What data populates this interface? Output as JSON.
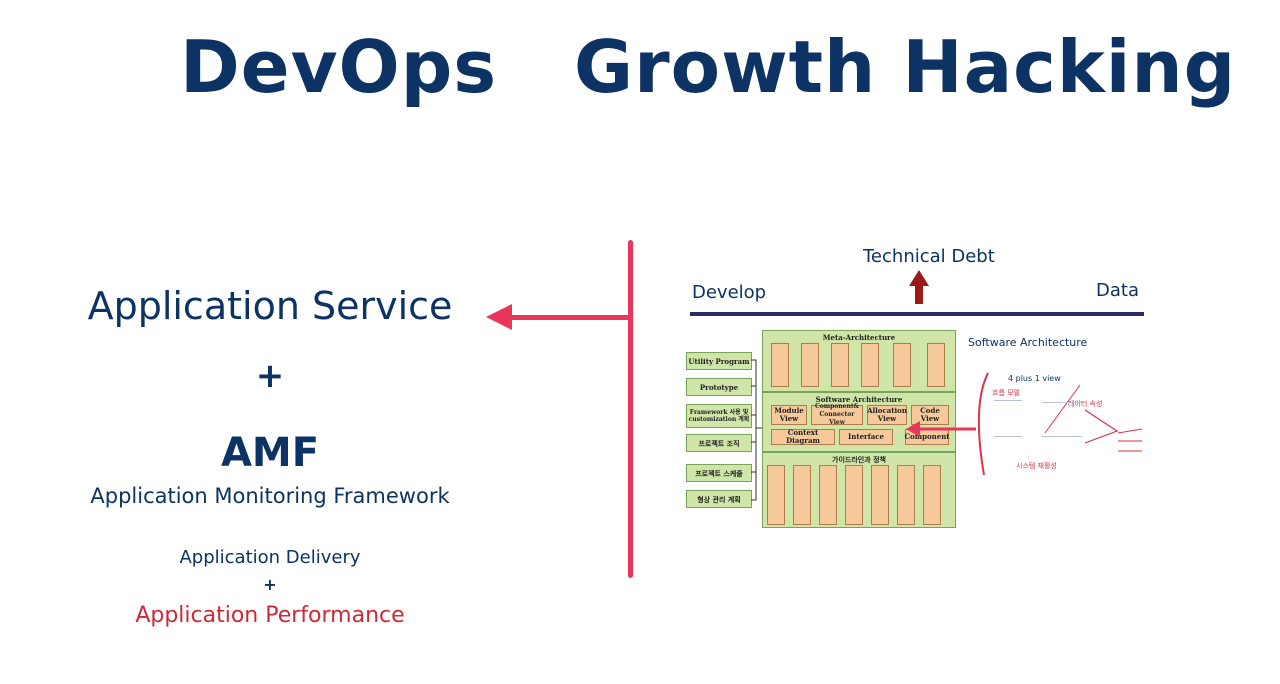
{
  "titles": {
    "left": "DevOps",
    "right": "Growth Hacking"
  },
  "left": {
    "service": "Application Service",
    "plus": "+",
    "amf": "AMF",
    "amf_full": "Application Monitoring Framework",
    "delivery": "Application Delivery",
    "plus_small": "+",
    "performance": "Application Performance"
  },
  "right": {
    "technical_debt": "Technical Debt",
    "develop": "Develop",
    "data": "Data",
    "software_architecture": "Software Architecture",
    "four_plus_one": "4 plus 1 view"
  },
  "diagram": {
    "left_boxes": [
      "Utility Program",
      "Prototype",
      "Framework 사용 및 customization 계획",
      "프로젝트 조직",
      "프로젝트 스케줄",
      "형상 관리 계획"
    ],
    "meta_title": "Meta-Architecture",
    "sw_title": "Software Architecture",
    "guide_title": "가이드라인과 정책",
    "views": [
      "Module View",
      "Component& Connector View",
      "Allocation View",
      "Code View"
    ],
    "bottom_boxes": [
      "Context Diagram",
      "Interface",
      "Component"
    ]
  },
  "annotations": {
    "flow_model": "흐름 모델",
    "data_attr": "데이터 속성",
    "sys_reuse": "시스템 재활성"
  },
  "colors": {
    "navy": "#0d3264",
    "pink": "#e8375a",
    "red_text": "#cc2a36",
    "debt_arrow": "#9a1a1a"
  }
}
